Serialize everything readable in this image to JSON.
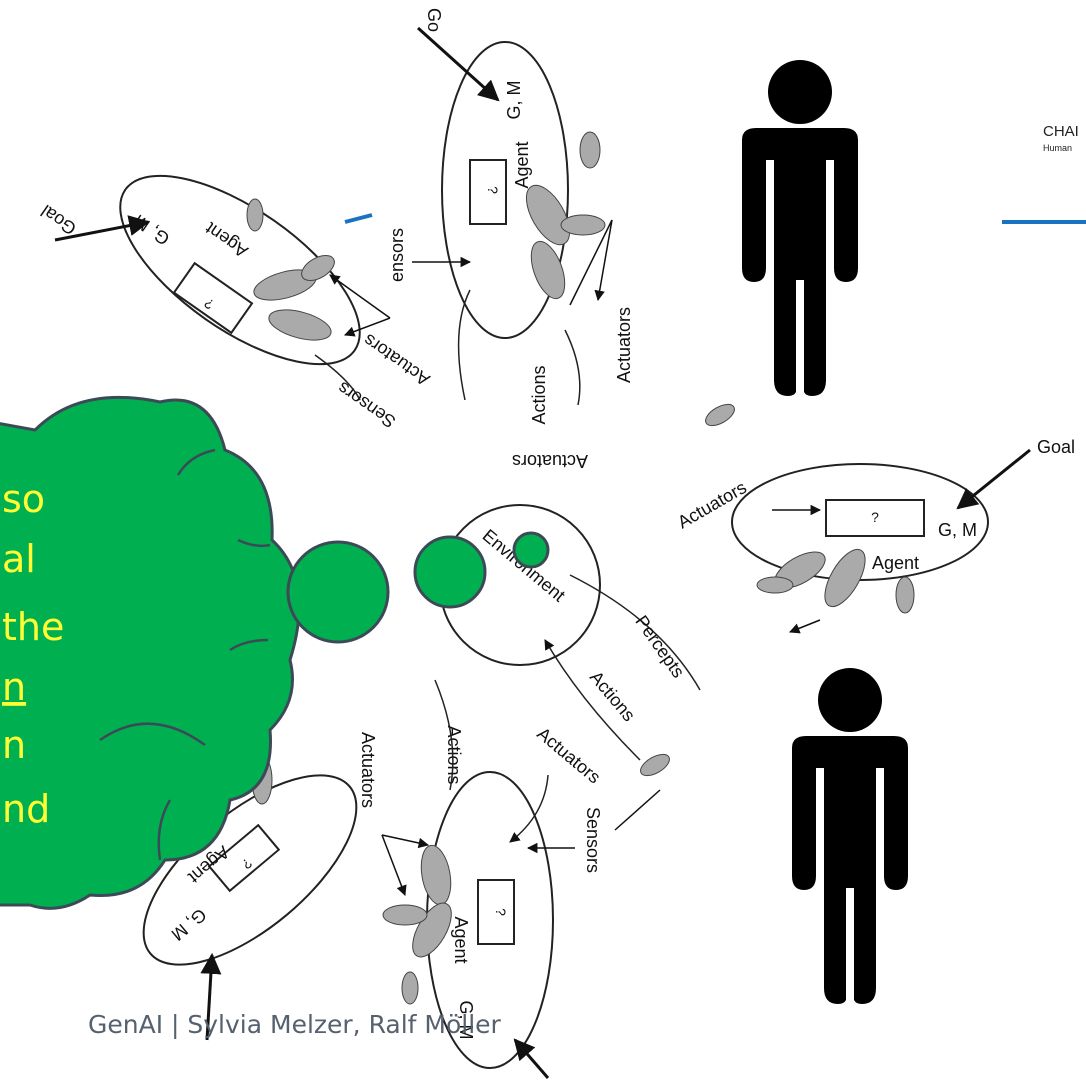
{
  "slide": {
    "logo_title": "CHAI",
    "logo_subtitle": "Human",
    "footer": "GenAI | Sylvia Melzer, Ralf Möller"
  },
  "diagram": {
    "goal": "Goal",
    "goal_short": "Go",
    "gm": "G, M",
    "agent": "Agent",
    "unknown": "?",
    "sensors": "Sensors",
    "sensors_partial": "ensors",
    "actuators": "Actuators",
    "actions": "Actions",
    "environment": "Environment",
    "percepts": "Percepts"
  },
  "thought_bubble": {
    "color": "#00b050",
    "text_color": "#ffff33",
    "lines": [
      "so",
      "al",
      "the",
      "n",
      "n",
      "nd"
    ]
  },
  "colors": {
    "human_figure": "#000000",
    "accent_line": "#1a73c0"
  }
}
